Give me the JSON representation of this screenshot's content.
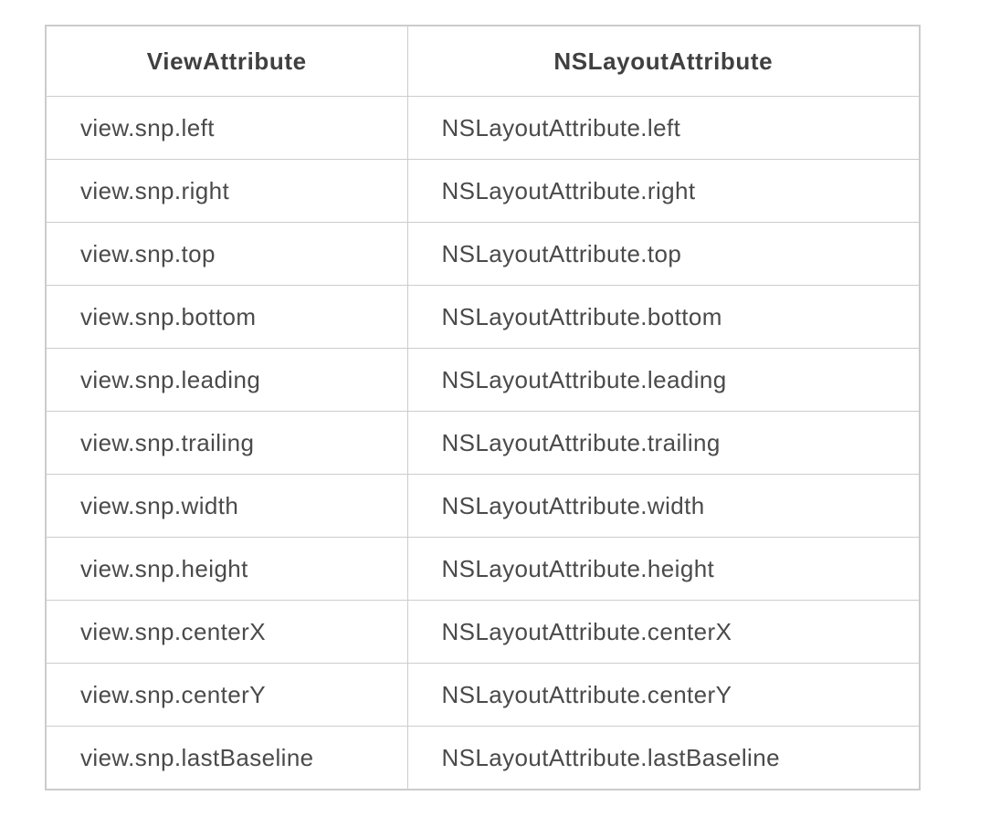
{
  "table": {
    "headers": [
      "ViewAttribute",
      "NSLayoutAttribute"
    ],
    "rows": [
      [
        "view.snp.left",
        "NSLayoutAttribute.left"
      ],
      [
        "view.snp.right",
        "NSLayoutAttribute.right"
      ],
      [
        "view.snp.top",
        "NSLayoutAttribute.top"
      ],
      [
        "view.snp.bottom",
        "NSLayoutAttribute.bottom"
      ],
      [
        "view.snp.leading",
        "NSLayoutAttribute.leading"
      ],
      [
        "view.snp.trailing",
        "NSLayoutAttribute.trailing"
      ],
      [
        "view.snp.width",
        "NSLayoutAttribute.width"
      ],
      [
        "view.snp.height",
        "NSLayoutAttribute.height"
      ],
      [
        "view.snp.centerX",
        "NSLayoutAttribute.centerX"
      ],
      [
        "view.snp.centerY",
        "NSLayoutAttribute.centerY"
      ],
      [
        "view.snp.lastBaseline",
        "NSLayoutAttribute.lastBaseline"
      ]
    ]
  },
  "colors": {
    "border": "#cccccc",
    "header_text": "#404040",
    "body_text": "#4a4a4a",
    "background": "#ffffff"
  }
}
